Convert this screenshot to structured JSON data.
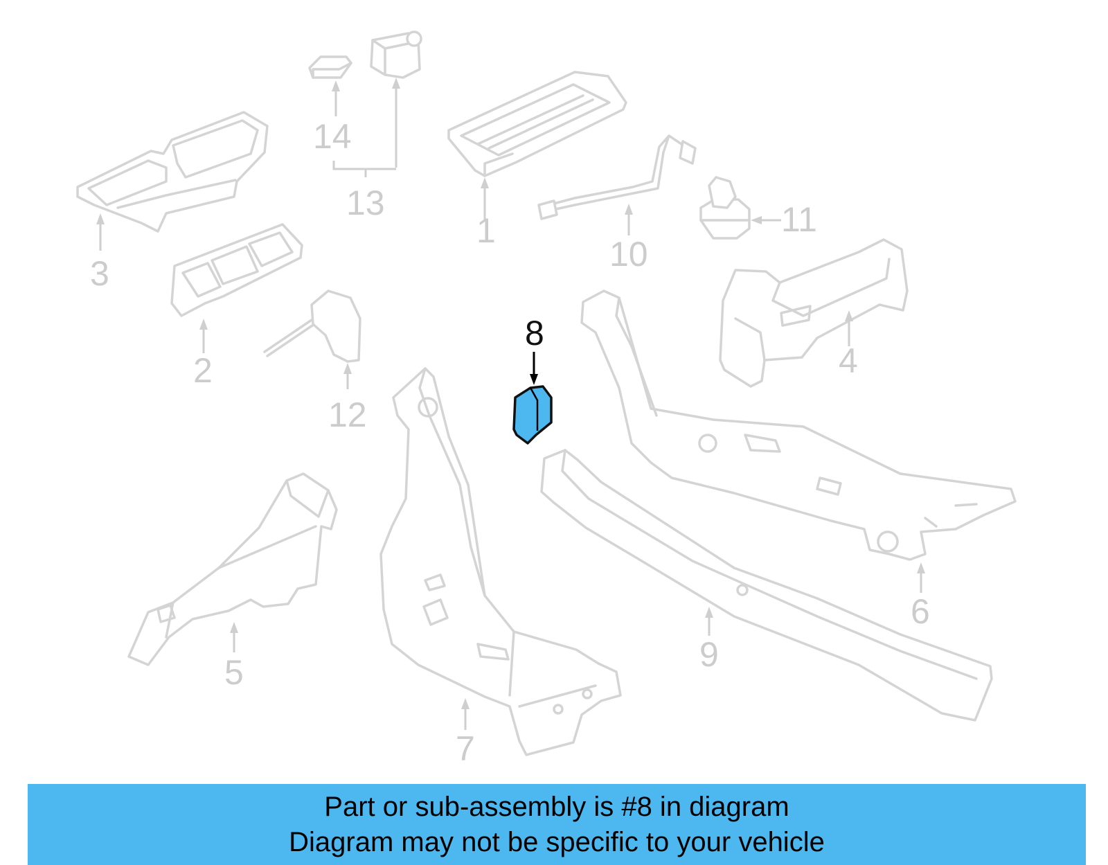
{
  "callouts": [
    {
      "id": "1",
      "label": "1"
    },
    {
      "id": "2",
      "label": "2"
    },
    {
      "id": "3",
      "label": "3"
    },
    {
      "id": "4",
      "label": "4"
    },
    {
      "id": "5",
      "label": "5"
    },
    {
      "id": "6",
      "label": "6"
    },
    {
      "id": "7",
      "label": "7"
    },
    {
      "id": "8",
      "label": "8",
      "highlighted": true
    },
    {
      "id": "9",
      "label": "9"
    },
    {
      "id": "10",
      "label": "10"
    },
    {
      "id": "11",
      "label": "11"
    },
    {
      "id": "12",
      "label": "12"
    },
    {
      "id": "13",
      "label": "13"
    },
    {
      "id": "14",
      "label": "14"
    }
  ],
  "colors": {
    "highlight": "#4db8f0",
    "banner": "#4db8f0",
    "part_outline": "#d4d4d4",
    "label_muted": "#cccccc"
  },
  "banner": {
    "line1": "Part or sub-assembly is #8 in diagram",
    "line2": "Diagram may not be specific to your vehicle"
  }
}
